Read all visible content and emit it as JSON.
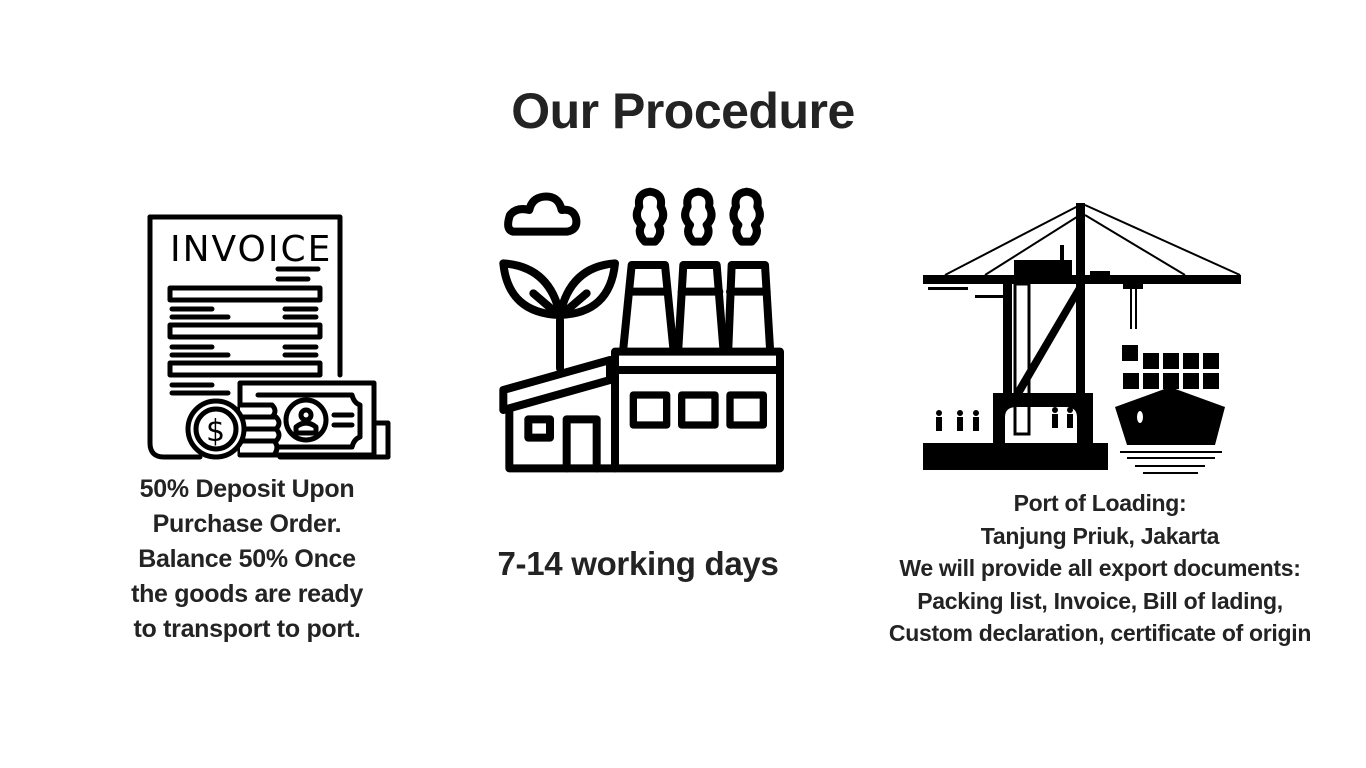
{
  "page": {
    "title": "Our Procedure",
    "text_color": "#232323",
    "background": "#ffffff"
  },
  "steps": [
    {
      "icon": "invoice-money-icon",
      "icon_text": "INVOICE",
      "currency_symbol": "$",
      "lines": [
        "50% Deposit Upon",
        "Purchase Order.",
        "Balance 50% Once",
        "the goods are ready",
        "to transport to port."
      ]
    },
    {
      "icon": "factory-icon",
      "lines": [
        "7-14 working days"
      ]
    },
    {
      "icon": "port-crane-ship-icon",
      "lines": [
        "Port of Loading:",
        "Tanjung Priuk, Jakarta",
        "We will provide all export documents:",
        "Packing list, Invoice, Bill of lading,",
        "Custom declaration, certificate of origin"
      ]
    }
  ]
}
